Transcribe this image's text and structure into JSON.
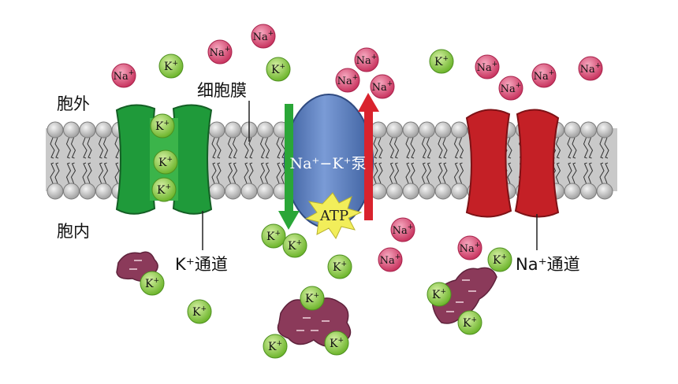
{
  "labels": {
    "outside": "胞外",
    "inside": "胞内",
    "membrane": "细胞膜",
    "k_channel": "K⁺通道",
    "na_channel": "Na⁺通道",
    "pump": "Na⁺−K⁺泵",
    "atp": "ATP"
  },
  "ions": {
    "na": "Na",
    "k": "K",
    "plus": "+"
  },
  "colors": {
    "na_ion": "#d94f7a",
    "k_ion": "#8cc63f",
    "k_channel": "#1f9a3a",
    "na_channel": "#c42026",
    "pump": "#5b7fc0",
    "atp_star": "#f2ee5a",
    "anion": "#8b3a5a",
    "green_arrow": "#2aa637",
    "red_arrow": "#d9232d"
  }
}
